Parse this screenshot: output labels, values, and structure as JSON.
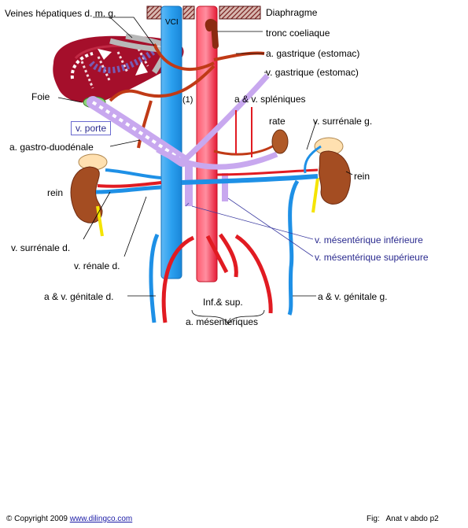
{
  "labels": {
    "veines_hepatiques": "Veines hépatiques d. m. g.",
    "vci": "VCI",
    "diaphragme": "Diaphragme",
    "tronc_coeliaque": "tronc coeliaque",
    "a_gastrique": "a. gastrique (estomac)",
    "v_gastrique": "v. gastrique (estomac)",
    "foie": "Foie",
    "marker_1": "(1)",
    "a_v_spleniques": "a & v. spléniques",
    "v_porte": "v. porte",
    "rate": "rate",
    "v_surrenale_g": "v. surrénale g.",
    "a_gastro_duodenale": "a. gastro-duodénale",
    "rein_droit": "rein",
    "rein_gauche": "rein",
    "v_surrenale_d": "v. surrénale d.",
    "v_mesenterique_inf": "v. mésentérique inférieure",
    "v_mesenterique_sup": "v. mésentérique supérieure",
    "v_renale_d": "v. rénale d.",
    "a_v_genitale_d": "a & v. génitale d.",
    "a_v_genitale_g": "a & v. génitale g.",
    "inf_sup": "Inf.& sup.",
    "a_mesenteriques": "a. mésentériques"
  },
  "footer": {
    "copyright_symbol": "©",
    "copyright_text": "Copyright 2009",
    "site": "www.dilingco.com",
    "fig_label": "Fig:",
    "fig_name": "Anat v abdo p2"
  },
  "colors": {
    "vein": "#1e90e6",
    "artery": "#e11b22",
    "portal": "#c8a8ef",
    "liver": "#a50f2b",
    "kidney": "#a44d22",
    "spleen": "#b05a28",
    "adrenal": "#ffe0b0",
    "ureter": "#f5e400"
  }
}
